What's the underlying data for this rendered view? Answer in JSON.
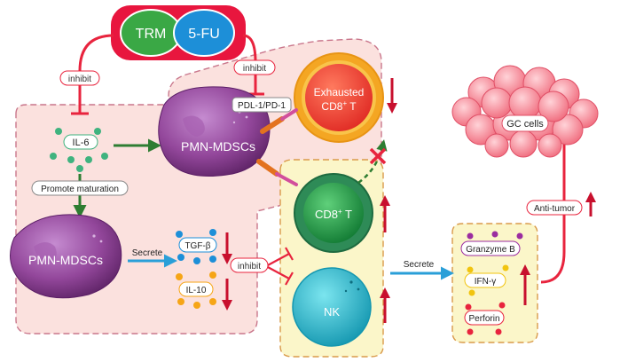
{
  "drugs": {
    "left": "TRM",
    "right": "5-FU"
  },
  "labels": {
    "inhibit_top_left": "inhibit",
    "inhibit_top_right": "inhibit",
    "inhibit_middle": "inhibit",
    "pdl1_pd1": "PDL-1/PD-1",
    "il6": "IL-6",
    "promote_maturation": "Promote maturation",
    "secrete_left": "Secrete",
    "secrete_right": "Secrete",
    "tgf_beta": "TGF-β",
    "il10": "IL-10",
    "anti_tumor": "Anti-tumor"
  },
  "cells": {
    "pmn_mdsc_top": "PMN-MDSCs",
    "pmn_mdsc_left": "PMN-MDSCs",
    "exhausted_line1": "Exhausted",
    "exhausted_line2_main": "CD8",
    "exhausted_line2_sup": "+",
    "exhausted_line2_tail": " T",
    "cd8_main": "CD8",
    "cd8_sup": "+",
    "cd8_tail": " T",
    "nk": "NK",
    "gc_cells": "GC cells"
  },
  "cytokines": {
    "granzyme": "Granzyme B",
    "ifn": "IFN-γ",
    "perforin": "Perforin"
  },
  "colors": {
    "pink_region": "#fbe1de",
    "yellow_region": "#fbf6c9",
    "inhibit_red": "#e8243e",
    "arrow_green": "#2e7d32",
    "arrow_blue": "#2a9fd8",
    "up_down_red": "#c8102e",
    "mdsc_purple": "#8e3f93",
    "cd8_green": "#1e8a3f",
    "nk_cyan": "#1fb6c9",
    "exhausted_orange": "#f4a623"
  }
}
